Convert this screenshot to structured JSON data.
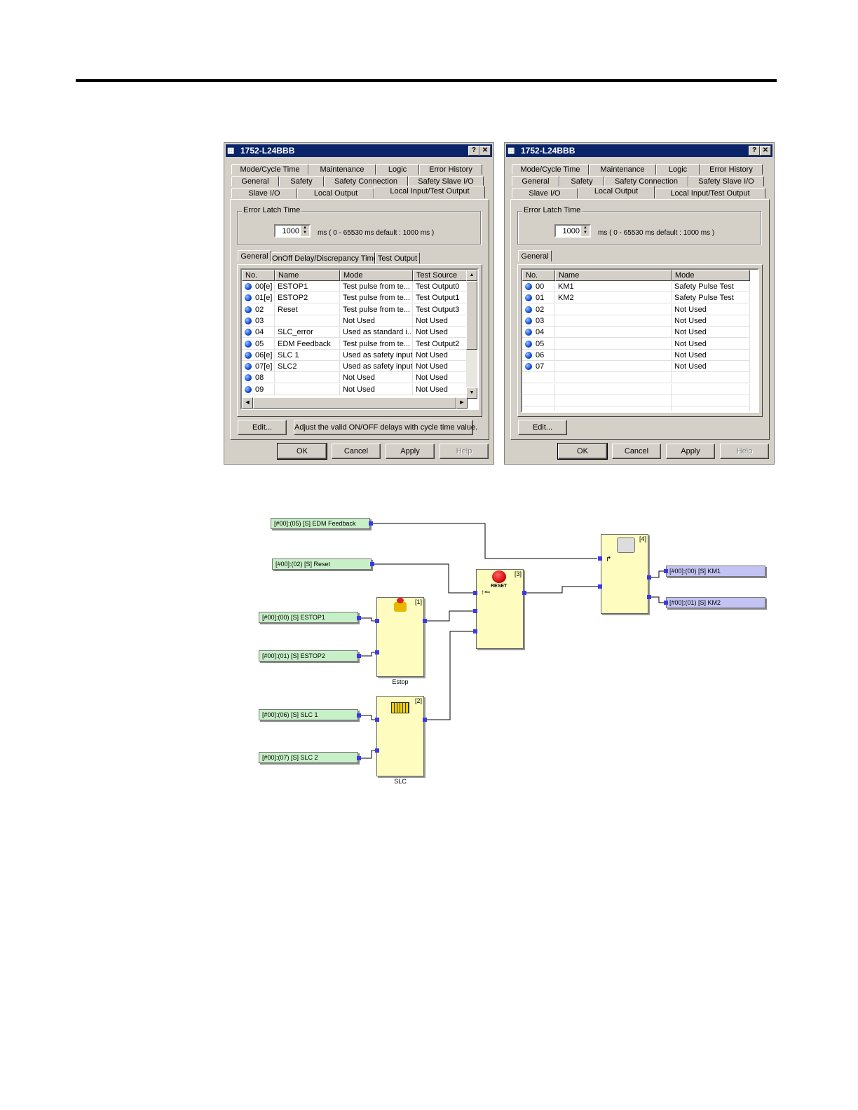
{
  "dialog_left": {
    "title": "1752-L24BBB",
    "title_icon": "app-icon",
    "tabs_row1": [
      "Mode/Cycle Time",
      "Maintenance",
      "Logic",
      "Error History"
    ],
    "tabs_row2": [
      "General",
      "Safety",
      "Safety Connection",
      "Safety Slave I/O"
    ],
    "tabs_row3": [
      "Slave I/O",
      "Local Output",
      "Local Input/Test Output"
    ],
    "active_tab": "Local Input/Test Output",
    "error_latch_group": "Error Latch Time",
    "error_latch_value": "1000",
    "error_latch_unit_text": "ms   ( 0 - 65530 ms   default : 1000 ms )",
    "subtabs": [
      "General",
      "OnOff Delay/Discrepancy Time",
      "Test Output"
    ],
    "columns": [
      "No.",
      "Name",
      "Mode",
      "Test Source"
    ],
    "rows": [
      {
        "no": "00[e]",
        "name": "ESTOP1",
        "mode": "Test pulse from te...",
        "src": "Test Output0"
      },
      {
        "no": "01[e]",
        "name": "ESTOP2",
        "mode": "Test pulse from te...",
        "src": "Test Output1"
      },
      {
        "no": "02",
        "name": "Reset",
        "mode": "Test pulse from te...",
        "src": "Test Output3"
      },
      {
        "no": "03",
        "name": "",
        "mode": "Not Used",
        "src": "Not Used"
      },
      {
        "no": "04",
        "name": "SLC_error",
        "mode": "Used as standard i...",
        "src": "Not Used"
      },
      {
        "no": "05",
        "name": "EDM Feedback",
        "mode": "Test pulse from te...",
        "src": "Test Output2"
      },
      {
        "no": "06[e]",
        "name": "SLC 1",
        "mode": "Used as safety input",
        "src": "Not Used"
      },
      {
        "no": "07[e]",
        "name": "SLC2",
        "mode": "Used as safety input",
        "src": "Not Used"
      },
      {
        "no": "08",
        "name": "",
        "mode": "Not Used",
        "src": "Not Used"
      },
      {
        "no": "09",
        "name": "",
        "mode": "Not Used",
        "src": "Not Used"
      }
    ],
    "edit_button": "Edit...",
    "adjust_button": "Adjust the valid ON/OFF delays with cycle time value.",
    "ok": "OK",
    "cancel": "Cancel",
    "apply": "Apply",
    "help": "Help"
  },
  "dialog_right": {
    "title": "1752-L24BBB",
    "title_icon": "app-icon",
    "tabs_row1": [
      "Mode/Cycle Time",
      "Maintenance",
      "Logic",
      "Error History"
    ],
    "tabs_row2": [
      "General",
      "Safety",
      "Safety Connection",
      "Safety Slave I/O"
    ],
    "tabs_row3": [
      "Slave I/O",
      "Local Output",
      "Local Input/Test Output"
    ],
    "active_tab": "Local Output",
    "error_latch_group": "Error Latch Time",
    "error_latch_value": "1000",
    "error_latch_unit_text": "ms    ( 0 - 65530 ms    default : 1000 ms )",
    "subtabs": [
      "General"
    ],
    "columns": [
      "No.",
      "Name",
      "Mode"
    ],
    "rows": [
      {
        "no": "00",
        "name": "KM1",
        "mode": "Safety Pulse Test"
      },
      {
        "no": "01",
        "name": "KM2",
        "mode": "Safety Pulse Test"
      },
      {
        "no": "02",
        "name": "",
        "mode": "Not Used"
      },
      {
        "no": "03",
        "name": "",
        "mode": "Not Used"
      },
      {
        "no": "04",
        "name": "",
        "mode": "Not Used"
      },
      {
        "no": "05",
        "name": "",
        "mode": "Not Used"
      },
      {
        "no": "06",
        "name": "",
        "mode": "Not Used"
      },
      {
        "no": "07",
        "name": "",
        "mode": "Not Used"
      }
    ],
    "edit_button": "Edit...",
    "ok": "OK",
    "cancel": "Cancel",
    "apply": "Apply",
    "help": "Help"
  },
  "diagram": {
    "inputs": {
      "edm": "[#00]:(05) [S] EDM Feedback",
      "reset": "[#00]:(02) [S] Reset",
      "estop1": "[#00]:(00) [S] ESTOP1",
      "estop2": "[#00]:(01) [S] ESTOP2",
      "slc1": "[#00]:(06) [S] SLC 1",
      "slc2": "[#00]:(07) [S] SLC 2"
    },
    "outputs": {
      "km1": "[#00]:(00) [S] KM1",
      "km2": "[#00]:(01) [S] KM2"
    },
    "blocks": {
      "estop_id": "[1]",
      "estop_name": "Estop",
      "slc_id": "[2]",
      "slc_name": "SLC",
      "reset_id": "[3]",
      "reset_label": "RESET",
      "edm_id": "[4]"
    },
    "colors": {
      "input_tag": "#c8f0c8",
      "output_tag": "#c4c4f4",
      "block_fill": "#fffcc0",
      "pin": "#3a3ae8"
    }
  }
}
